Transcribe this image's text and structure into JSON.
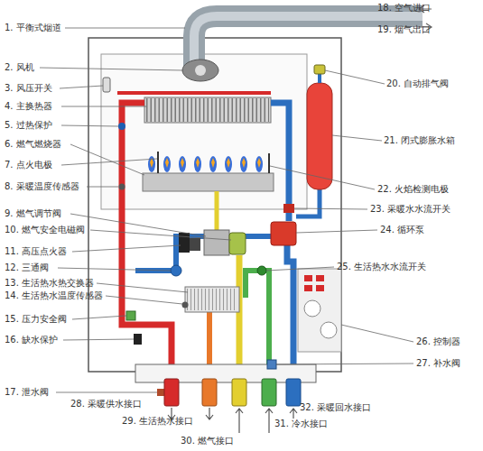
{
  "diagram": {
    "labels": [
      "1. 平衡式烟道",
      "2. 风机",
      "3. 风压开关",
      "4. 主换热器",
      "5. 过热保护",
      "6. 燃气燃烧器",
      "7. 点火电极",
      "8. 采暖温度传感器",
      "9. 燃气调节阀",
      "10. 燃气安全电磁阀",
      "11. 高压点火器",
      "12. 三通阀",
      "13. 生活热水热交换器",
      "14. 生活热水温度传感器",
      "15. 压力安全阀",
      "16. 缺水保护",
      "17. 泄水阀",
      "18. 空气进口",
      "19. 烟气出口",
      "20. 自动排气阀",
      "21. 闭式膨胀水箱",
      "22. 火焰检测电极",
      "23. 采暖水水流开关",
      "24. 循环泵",
      "25. 生活热水水流开关",
      "26. 控制器",
      "27. 补水阀",
      "28. 采暖供水接口",
      "29. 生活热水接口",
      "30. 燃气接口",
      "31. 冷水接口",
      "32. 采暖回水接口"
    ]
  }
}
